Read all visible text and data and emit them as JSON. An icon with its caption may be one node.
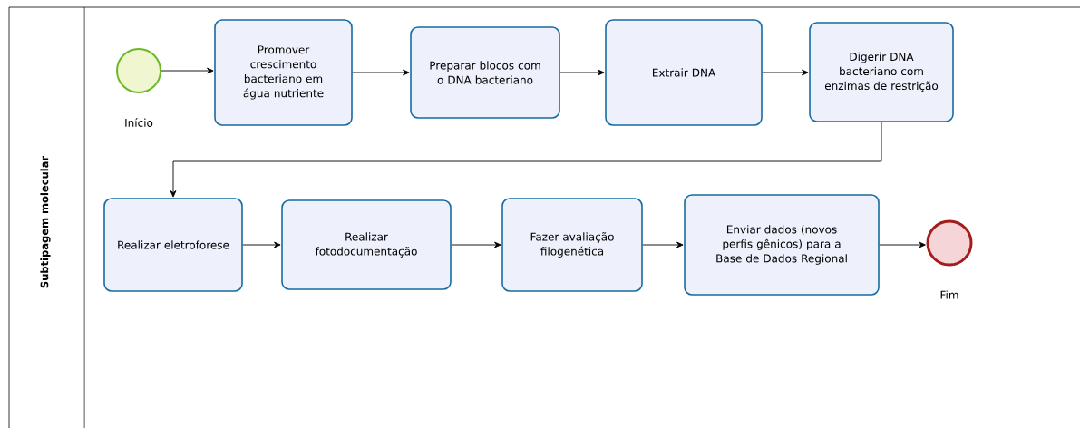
{
  "diagram": {
    "nodes": [
      {
        "text": [
          "Subtipagem molecular"
        ]
      },
      {
        "text": [],
        "shape": "circle",
        "beside": [
          "Início"
        ],
        "in": 0
      },
      {
        "text": [
          "Promover crescimento bacteriano em água nutriente"
        ],
        "in": 0
      },
      {
        "text": [
          "Preparar blocos com o DNA bacteriano"
        ],
        "in": 0
      },
      {
        "text": [
          "Extrair DNA"
        ],
        "in": 0
      },
      {
        "text": [
          "Digerir DNA bacteriano com enzimas de restrição"
        ],
        "in": 0
      },
      {
        "text": [
          "Realizar eletroforese"
        ],
        "in": 0
      },
      {
        "text": [
          "Realizar fotodocumentação"
        ],
        "in": 0
      },
      {
        "text": [
          "Fazer avaliação filogenética"
        ],
        "in": 0
      },
      {
        "text": [
          "Enviar dados (novos perfis gênicos) para a Base de Dados Regional"
        ],
        "in": 0
      },
      {
        "text": [],
        "shape": "circle",
        "beside": [
          "Fim"
        ],
        "in": 0
      }
    ],
    "edges": [
      {
        "from": 1,
        "to": 2,
        "arrow": "to"
      },
      {
        "from": 2,
        "to": 3,
        "arrow": "to"
      },
      {
        "from": 3,
        "to": 4,
        "arrow": "to"
      },
      {
        "from": 4,
        "to": 5,
        "arrow": "to"
      },
      {
        "from": 5,
        "to": 6,
        "arrow": "to"
      },
      {
        "from": 6,
        "to": 7,
        "arrow": "to"
      },
      {
        "from": 7,
        "to": 8,
        "arrow": "to"
      },
      {
        "from": 8,
        "to": 9,
        "arrow": "to"
      },
      {
        "from": 9,
        "to": 10,
        "arrow": "to"
      }
    ]
  }
}
